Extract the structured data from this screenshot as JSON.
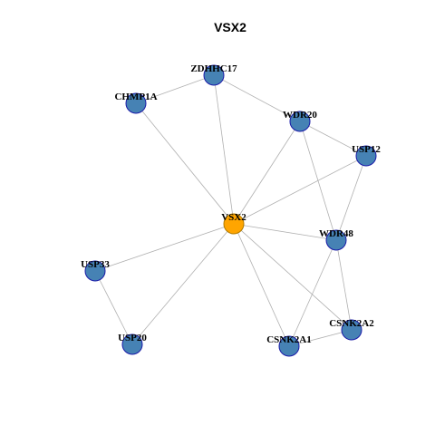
{
  "title": "VSX2",
  "colors": {
    "hub": "#FFA500",
    "node": "#4682B4",
    "node_border": "#1a1aa8",
    "hub_border": "#b07a00",
    "edge": "#b0b0b0",
    "label": "#000000"
  },
  "nodes": [
    {
      "id": "VSX2",
      "label": "VSX2",
      "role": "hub"
    },
    {
      "id": "ZDHHC17",
      "label": "ZDHHC17",
      "role": "node"
    },
    {
      "id": "CHMP1A",
      "label": "CHMP1A",
      "role": "node"
    },
    {
      "id": "WDR20",
      "label": "WDR20",
      "role": "node"
    },
    {
      "id": "USP12",
      "label": "USP12",
      "role": "node"
    },
    {
      "id": "WDR48",
      "label": "WDR48",
      "role": "node"
    },
    {
      "id": "USP33",
      "label": "USP33",
      "role": "node"
    },
    {
      "id": "CSNK2A2",
      "label": "CSNK2A2",
      "role": "node"
    },
    {
      "id": "USP20",
      "label": "USP20",
      "role": "node"
    },
    {
      "id": "CSNK2A1",
      "label": "CSNK2A1",
      "role": "node"
    }
  ],
  "edges": [
    [
      "CHMP1A",
      "ZDHHC17"
    ],
    [
      "CHMP1A",
      "VSX2"
    ],
    [
      "ZDHHC17",
      "VSX2"
    ],
    [
      "ZDHHC17",
      "WDR20"
    ],
    [
      "WDR20",
      "VSX2"
    ],
    [
      "WDR20",
      "USP12"
    ],
    [
      "WDR20",
      "WDR48"
    ],
    [
      "USP12",
      "VSX2"
    ],
    [
      "USP12",
      "WDR48"
    ],
    [
      "WDR48",
      "VSX2"
    ],
    [
      "WDR48",
      "CSNK2A2"
    ],
    [
      "WDR48",
      "CSNK2A1"
    ],
    [
      "VSX2",
      "USP33"
    ],
    [
      "VSX2",
      "USP20"
    ],
    [
      "VSX2",
      "CSNK2A1"
    ],
    [
      "VSX2",
      "CSNK2A2"
    ],
    [
      "USP33",
      "USP20"
    ],
    [
      "CSNK2A1",
      "CSNK2A2"
    ]
  ]
}
